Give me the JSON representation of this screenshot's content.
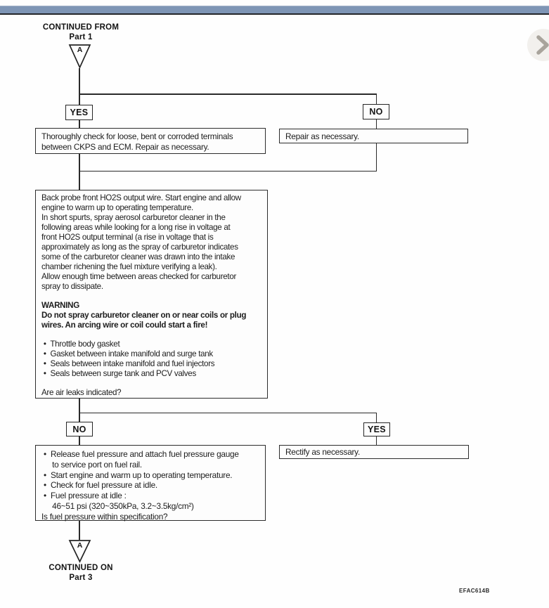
{
  "header": {
    "bar_color": "#7e95b5"
  },
  "carousel": {
    "next_icon": "chevron-right"
  },
  "flow": {
    "continued_from": {
      "title": "CONTINUED FROM",
      "part": "Part 1",
      "marker": "A"
    },
    "branch1": {
      "yes": "YES",
      "no": "NO"
    },
    "check_terminals_box": {
      "lines": [
        "Thoroughly check for loose, bent or corroded terminals",
        "between CKPS and ECM. Repair as necessary."
      ]
    },
    "repair_box": {
      "text": "Repair as necessary."
    },
    "air_leak_box": {
      "intro_lines": [
        "Back probe front HO2S output wire. Start engine and allow",
        "engine to warm up to operating temperature.",
        "In short spurts, spray aerosol carburetor cleaner in the",
        "following areas while looking for a long rise in voltage at",
        "front HO2S output terminal (a rise in voltage that is",
        "approximately as long as the spray of carburetor indicates",
        "some of the carburetor cleaner was drawn into the intake",
        "chamber richening the fuel mixture verifying a leak).",
        "Allow enough time between areas checked for carburetor",
        "spray to dissipate."
      ],
      "warning_lines": [
        "WARNING",
        "Do not spray carburetor cleaner on or near coils or plug",
        "wires. An arcing wire or coil could start a fire!"
      ],
      "bullet_lines": [
        " •  Throttle body gasket",
        " •  Gasket between intake manifold and surge tank",
        " •  Seals between intake manifold and fuel injectors",
        " •  Seals between surge tank and PCV valves"
      ],
      "question": "Are air leaks indicated?"
    },
    "branch2": {
      "no": "NO",
      "yes": "YES"
    },
    "fuel_pressure_box": {
      "lines": [
        " •  Release fuel pressure and attach fuel pressure gauge",
        "     to service port on fuel rail.",
        " •  Start engine and warm up to operating temperature.",
        " •  Check for fuel pressure at idle.",
        " •  Fuel pressure at idle :",
        "     46~51 psi (320~350kPa, 3.2~3.5kg/cm²)"
      ],
      "question": "Is fuel pressure within specification?"
    },
    "rectify_box": {
      "text": "Rectify as necessary."
    },
    "continued_on": {
      "title": "CONTINUED ON",
      "part": "Part 3",
      "marker": "A"
    },
    "figure_code": "EFAC614B"
  }
}
